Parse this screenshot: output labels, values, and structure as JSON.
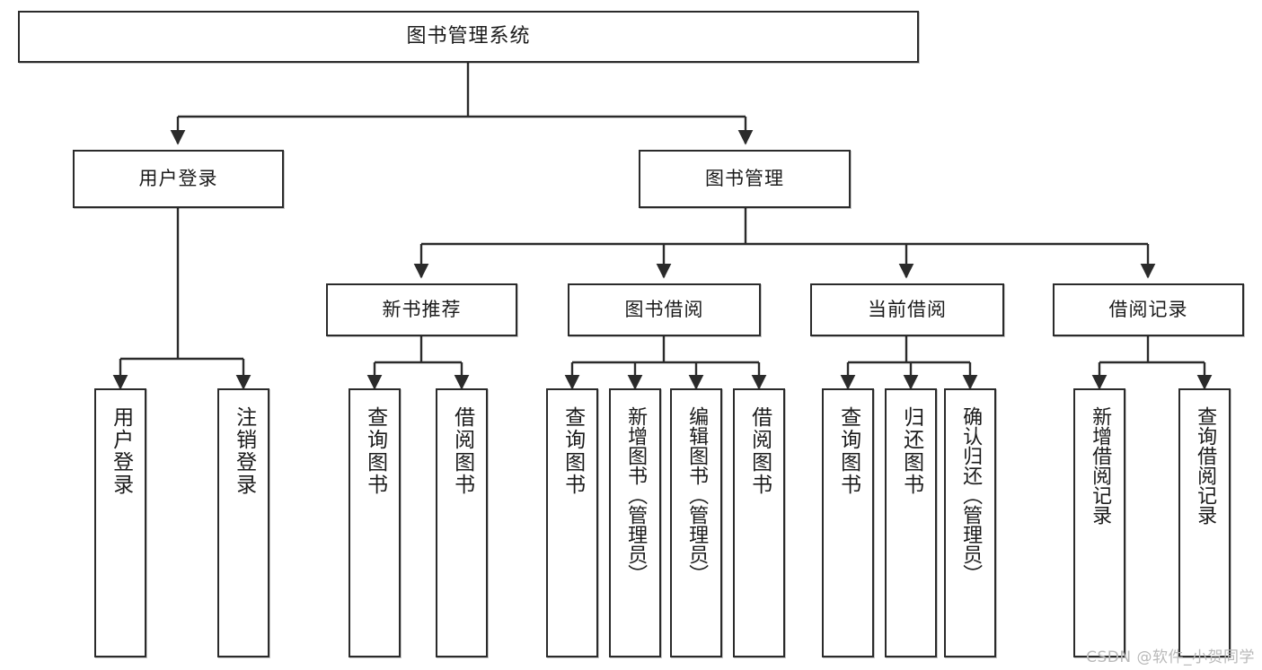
{
  "diagram": {
    "title": "图书管理系统",
    "type": "tree",
    "watermark": "CSDN @软件_小贺同学",
    "colors": {
      "box_border": "#2b2b2b",
      "box_fill": "#ffffff",
      "edge": "#2b2b2b",
      "text": "#1b1b1b",
      "watermark": "#b9b9b9"
    },
    "levels": {
      "root": [
        "图书管理系统"
      ],
      "level2": [
        "用户登录",
        "图书管理"
      ],
      "level3": [
        "新书推荐",
        "图书借阅",
        "当前借阅",
        "借阅记录"
      ],
      "leaves": [
        "用户登录",
        "注销登录",
        "查询图书",
        "借阅图书",
        "查询图书",
        "新增图书（管理员）",
        "编辑图书（管理员）",
        "借阅图书",
        "查询图书",
        "归还图书",
        "确认归还（管理员）",
        "新增借阅记录",
        "查询借阅记录"
      ]
    },
    "nodes": {
      "root": {
        "label": "图书管理系统"
      },
      "user_login": {
        "label": "用户登录"
      },
      "book_mgmt": {
        "label": "图书管理"
      },
      "new_book_rec": {
        "label": "新书推荐"
      },
      "book_borrow": {
        "label": "图书借阅"
      },
      "current_borrow": {
        "label": "当前借阅"
      },
      "borrow_record": {
        "label": "借阅记录"
      },
      "leaf_user_login": {
        "label": "用户登录"
      },
      "leaf_logout": {
        "label": "注销登录"
      },
      "leaf_query_book_a": {
        "label": "查询图书"
      },
      "leaf_borrow_book_a": {
        "label": "借阅图书"
      },
      "leaf_query_book_b": {
        "label": "查询图书"
      },
      "leaf_add_book": {
        "label": "新增图书（管理员）"
      },
      "leaf_edit_book": {
        "label": "编辑图书（管理员）"
      },
      "leaf_borrow_book_b": {
        "label": "借阅图书"
      },
      "leaf_query_book_c": {
        "label": "查询图书"
      },
      "leaf_return_book": {
        "label": "归还图书"
      },
      "leaf_confirm_return": {
        "label": "确认归还（管理员）"
      },
      "leaf_add_record": {
        "label": "新增借阅记录"
      },
      "leaf_query_record": {
        "label": "查询借阅记录"
      }
    },
    "edges": [
      {
        "from": "root",
        "to": "user_login"
      },
      {
        "from": "root",
        "to": "book_mgmt"
      },
      {
        "from": "user_login",
        "to": "leaf_user_login"
      },
      {
        "from": "user_login",
        "to": "leaf_logout"
      },
      {
        "from": "book_mgmt",
        "to": "new_book_rec"
      },
      {
        "from": "book_mgmt",
        "to": "book_borrow"
      },
      {
        "from": "book_mgmt",
        "to": "current_borrow"
      },
      {
        "from": "book_mgmt",
        "to": "borrow_record"
      },
      {
        "from": "new_book_rec",
        "to": "leaf_query_book_a"
      },
      {
        "from": "new_book_rec",
        "to": "leaf_borrow_book_a"
      },
      {
        "from": "book_borrow",
        "to": "leaf_query_book_b"
      },
      {
        "from": "book_borrow",
        "to": "leaf_add_book"
      },
      {
        "from": "book_borrow",
        "to": "leaf_edit_book"
      },
      {
        "from": "book_borrow",
        "to": "leaf_borrow_book_b"
      },
      {
        "from": "current_borrow",
        "to": "leaf_query_book_c"
      },
      {
        "from": "current_borrow",
        "to": "leaf_return_book"
      },
      {
        "from": "current_borrow",
        "to": "leaf_confirm_return"
      },
      {
        "from": "borrow_record",
        "to": "leaf_add_record"
      },
      {
        "from": "borrow_record",
        "to": "leaf_query_record"
      }
    ]
  }
}
